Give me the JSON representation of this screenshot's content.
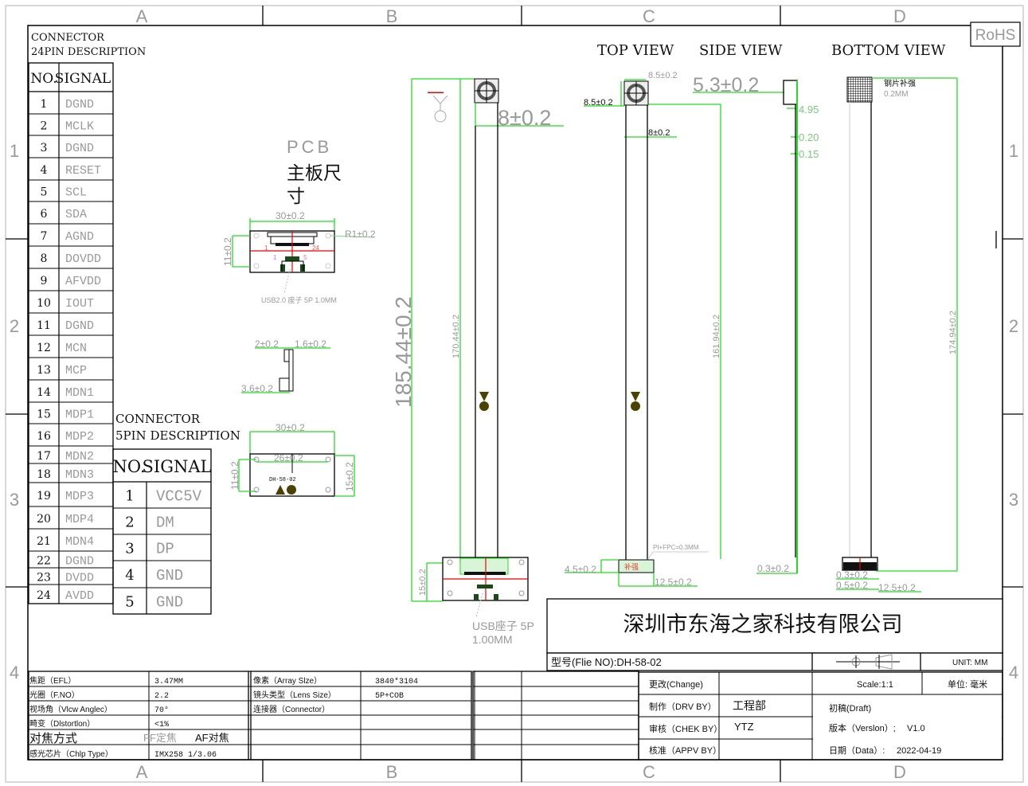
{
  "border": {
    "columns": [
      "A",
      "B",
      "C",
      "D"
    ],
    "rows": [
      "1",
      "2",
      "3",
      "4"
    ]
  },
  "rohs": "RoHS",
  "connector24": {
    "title_line1": "CONNECTOR",
    "title_line2": "24PIN DESCRIPTION",
    "header_no": "NO.",
    "header_signal": "SIGNAL",
    "pins": [
      {
        "no": "1",
        "signal": "DGND"
      },
      {
        "no": "2",
        "signal": "MCLK"
      },
      {
        "no": "3",
        "signal": "DGND"
      },
      {
        "no": "4",
        "signal": "RESET"
      },
      {
        "no": "5",
        "signal": "SCL"
      },
      {
        "no": "6",
        "signal": "SDA"
      },
      {
        "no": "7",
        "signal": "AGND"
      },
      {
        "no": "8",
        "signal": "DOVDD"
      },
      {
        "no": "9",
        "signal": "AFVDD"
      },
      {
        "no": "10",
        "signal": "IOUT"
      },
      {
        "no": "11",
        "signal": "DGND"
      },
      {
        "no": "12",
        "signal": "MCN"
      },
      {
        "no": "13",
        "signal": "MCP"
      },
      {
        "no": "14",
        "signal": "MDN1"
      },
      {
        "no": "15",
        "signal": "MDP1"
      },
      {
        "no": "16",
        "signal": "MDP2"
      },
      {
        "no": "17",
        "signal": "MDN2"
      },
      {
        "no": "18",
        "signal": "MDN3"
      },
      {
        "no": "19",
        "signal": "MDP3"
      },
      {
        "no": "20",
        "signal": "MDP4"
      },
      {
        "no": "21",
        "signal": "MDN4"
      },
      {
        "no": "22",
        "signal": "DGND"
      },
      {
        "no": "23",
        "signal": "DVDD"
      },
      {
        "no": "24",
        "signal": "AVDD"
      }
    ]
  },
  "connector5": {
    "title_line1": "CONNECTOR",
    "title_line2": "5PIN DESCRIPTION",
    "header_no": "NO.",
    "header_signal": "SIGNAL",
    "pins": [
      {
        "no": "1",
        "signal": "VCC5V"
      },
      {
        "no": "2",
        "signal": "DM"
      },
      {
        "no": "3",
        "signal": "DP"
      },
      {
        "no": "4",
        "signal": "GND"
      },
      {
        "no": "5",
        "signal": "GND"
      }
    ]
  },
  "pcb": {
    "title": "PCB",
    "subtitle_line1": "主板尺",
    "subtitle_line2": "寸",
    "dim_width": "30±0.2",
    "dim_height": "11±0.2",
    "dim_radius": "R1±0.2",
    "pin_left": "1",
    "pin_right": "24",
    "usb_pin_left": "1",
    "usb_pin_right": "5",
    "usb_note": "USB2.0  座子   5P  1.0MM",
    "side_dim_a": "2±0.2",
    "side_dim_b": "1.6±0.2",
    "side_dim_c": "3.6±0.2",
    "back_dim_width": "30±0.2",
    "back_dim_holes": "26±0.2",
    "back_dim_height": "11±0.2",
    "back_dim_total": "15±0.2",
    "back_label": "DH-58-02"
  },
  "main_view": {
    "dim_total_length": "185.44±0.2",
    "dim_fpc_length": "170.44±0.2",
    "dim_module": "8±0.2",
    "dim_board_height": "15±0.2",
    "usb_note_line1": "USB座子  5P",
    "usb_note_line2": "1.00MM"
  },
  "top_view": {
    "title": "TOP VIEW",
    "dim_module_w": "8.5±0.2",
    "dim_module_h": "8.5±0.2",
    "dim_fpc_w": "8±0.2",
    "dim_length": "161.94±0.2",
    "note_pi": "PI+FPC=0.3MM",
    "dim_stiffener": "4.5±0.2",
    "dim_end": "12.5±0.2"
  },
  "side_view": {
    "title": "SIDE VIEW",
    "dim_height": "5.3±0.2",
    "dim_a": "4.95",
    "dim_b": "0.20",
    "dim_c": "0.15",
    "dim_end": "0.3±0.2"
  },
  "bottom_view": {
    "title": "BOTTOM VIEW",
    "note_line1": "钢片补强",
    "note_line2": "0.2MM",
    "dim_length": "174.94±0.2",
    "dim_a": "0.3±0.2",
    "dim_b": "0.5±0.2",
    "dim_end": "12.5±0.2"
  },
  "title_block": {
    "company": "深圳市东海之家科技有限公司",
    "file_no": "型号(Flie NO):DH-58-02",
    "unit": "UNIT: MM",
    "change_label": "更改(Change)",
    "change_value": "",
    "scale": "Scale:1:1",
    "unit_cn": "单位:  毫米",
    "drv_label": "制作（DRV  BY）",
    "drv_value": "工程部",
    "draft": "初稿(Draft)",
    "chek_label": "审核（CHEK  BY）",
    "chek_value": "YTZ",
    "version_label": "版本（Verslon）;",
    "version_value": "V1.0",
    "appv_label": "核准（APPV  BY）",
    "appv_value": "",
    "date_label": "日期（Data）:",
    "date_value": "2022-04-19"
  },
  "specs_left": [
    {
      "label": "焦距（EFL）",
      "value": "3.47MM"
    },
    {
      "label": "光圈（F.NO）",
      "value": "2.2"
    },
    {
      "label": "视场角（Vlcw Anglec）",
      "value": "70°"
    },
    {
      "label": "畸变（Dlstortlon）",
      "value": "<1%"
    },
    {
      "label": "对焦方式",
      "value_ff": "FF定焦",
      "value_af": "AF对焦"
    },
    {
      "label": "感光芯片（Chlp Type）",
      "value": "IMX258 1/3.06"
    }
  ],
  "specs_right": [
    {
      "label": "像素（Array Slze）",
      "value": "3840*3104"
    },
    {
      "label": "镜头类型（Lens Size）",
      "value": "5P+COB"
    },
    {
      "label": "连接器（Connector）",
      "value": ""
    },
    {
      "label": "",
      "value": ""
    },
    {
      "label": "",
      "value": ""
    },
    {
      "label": "",
      "value": ""
    }
  ]
}
